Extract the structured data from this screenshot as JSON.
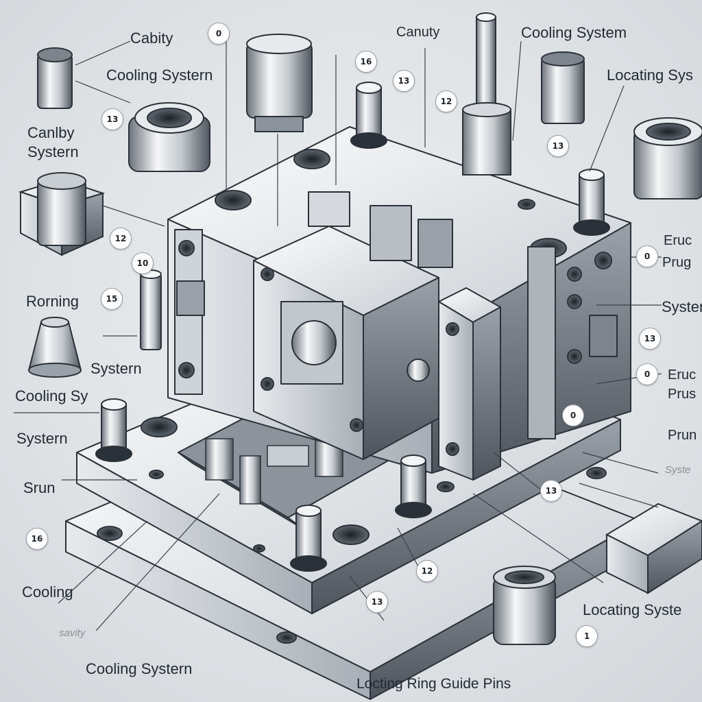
{
  "labels": {
    "cabity": "Cabity",
    "cooling_system_tl": "Cooling Systern",
    "canlby_system_1": "Canlby",
    "canlby_system_2": "Systern",
    "roming": "Rorning",
    "system_mid": "Systern",
    "cooling_sy": "Cooling Sy",
    "system_left": "Systern",
    "srun": "Srun",
    "cooling": "Cooling",
    "savity": "savity",
    "cooling_system_bottom": "Cooling Systern",
    "canuty": "Canuty",
    "cooling_system_tr": "Cooling System",
    "locating_sys_tr": "Locating Sys",
    "eruc": "Eruc",
    "prug": "Prug",
    "system_right": "Syster",
    "eruc2": "Eruc",
    "prus": "Prus",
    "prun": "Prun",
    "syste_faint": "Syste",
    "locating_syste_br": "Locating Syste",
    "bottom_caption": "Locting Ring Guide Pins"
  },
  "badges": {
    "b_top1": "0",
    "b_top2": "16",
    "b_top3": "13",
    "b_top4": "12",
    "b_left1": "13",
    "b_left2": "12",
    "b_left3": "10",
    "b_left4": "15",
    "b_left5": "16",
    "b_right1": "13",
    "b_right2": "0",
    "b_right3": "13",
    "b_right4": "0",
    "b_right5": "0",
    "b_right6": "13",
    "b_bot1": "12",
    "b_bot2": "13",
    "b_bot3": "1"
  },
  "colors": {
    "background": "#dfe2e5",
    "steel_light": "#f2f4f6",
    "steel_mid": "#b8bec4",
    "steel_dark": "#5c646c",
    "outline": "#2b3138",
    "label_text": "#222a33"
  }
}
